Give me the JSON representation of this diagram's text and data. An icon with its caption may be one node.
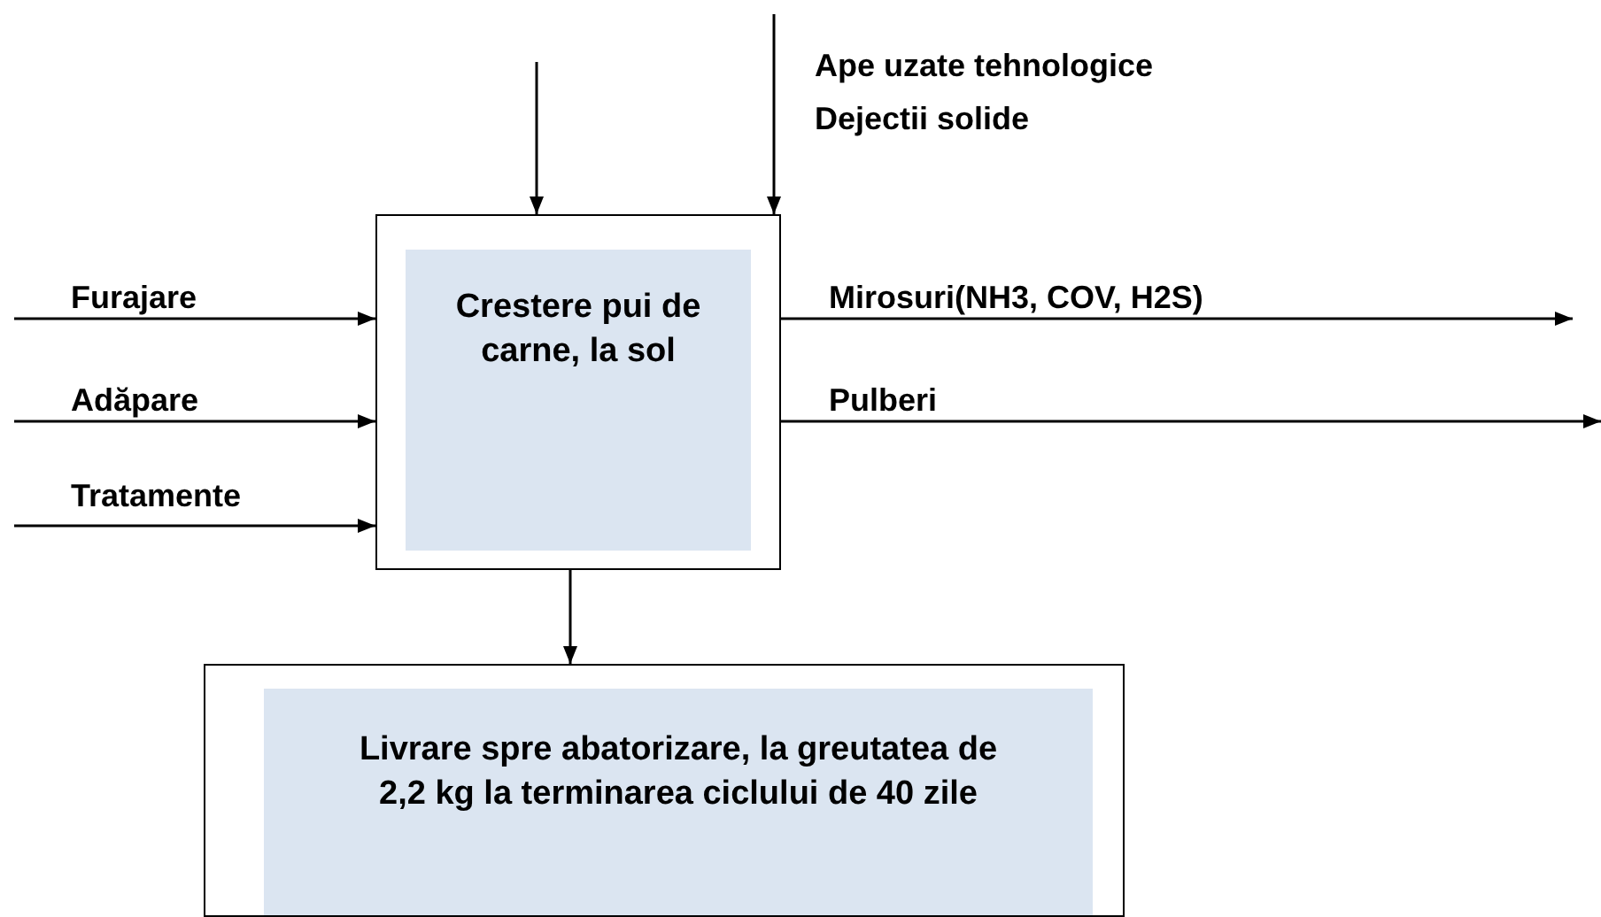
{
  "diagram": {
    "nodes": [
      {
        "text": [
          "Crestere pui de carne, la sol"
        ]
      },
      {
        "text": [
          "Livrare spre abatorizare, la greutatea de 2,2 kg la terminarea ciclului de 40 zile"
        ]
      }
    ],
    "edges": [
      {
        "from": null,
        "to": 0,
        "arrow": "to"
      },
      {
        "from": null,
        "to": 0,
        "arrow": "to",
        "label": "Ape uzate tehnologice Dejectii solide"
      },
      {
        "from": null,
        "to": 0,
        "arrow": "to",
        "label": "Furajare"
      },
      {
        "from": null,
        "to": 0,
        "arrow": "to",
        "label": "Adăpare"
      },
      {
        "from": null,
        "to": 0,
        "arrow": "to",
        "label": "Tratamente"
      },
      {
        "from": 0,
        "to": null,
        "arrow": "to",
        "label": "Mirosuri(NH3, COV, H2S)"
      },
      {
        "from": 0,
        "to": null,
        "arrow": "to",
        "label": "Pulberi"
      },
      {
        "from": 0,
        "to": 1,
        "arrow": "to"
      }
    ]
  }
}
